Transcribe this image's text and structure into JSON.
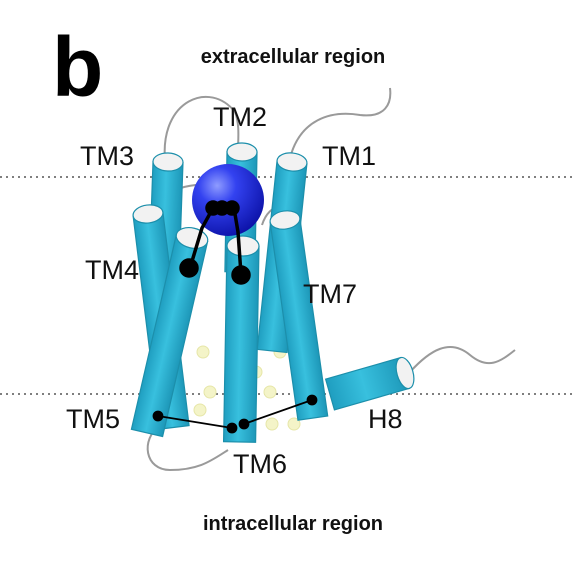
{
  "panel_label": "b",
  "regions": {
    "extracellular": "extracellular region",
    "intracellular": "intracellular region"
  },
  "helices": {
    "tm1": "TM1",
    "tm2": "TM2",
    "tm3": "TM3",
    "tm4": "TM4",
    "tm5": "TM5",
    "tm6": "TM6",
    "tm7": "TM7",
    "h8": "H8"
  },
  "colors": {
    "helix_side": "#2fb4d2",
    "helix_edge": "#1c8fab",
    "helix_top": "#f2f2f2",
    "ligand": "#1f2ee0",
    "loop": "#9a9a9a",
    "membrane_line": "#555555",
    "small_dots": "#f4f4c8"
  }
}
